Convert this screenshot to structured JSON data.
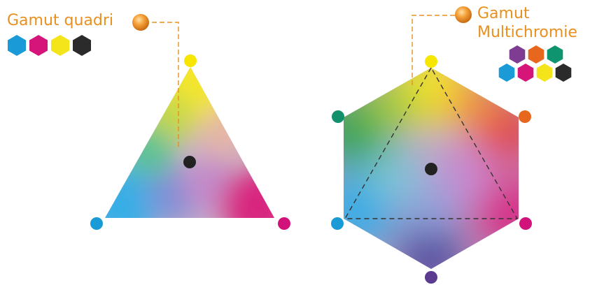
{
  "left_gamut": {
    "label": "Gamut quadri",
    "swatches": [
      {
        "name": "cyan-swatch",
        "color": "#1a9ad6"
      },
      {
        "name": "magenta-swatch",
        "color": "#d6157a"
      },
      {
        "name": "yellow-swatch",
        "color": "#f4e51a"
      },
      {
        "name": "black-swatch",
        "color": "#2b2b2b"
      }
    ],
    "vertices": [
      {
        "name": "yellow-vertex-dot",
        "color": "#f7e600"
      },
      {
        "name": "cyan-vertex-dot",
        "color": "#1a9ad6"
      },
      {
        "name": "magenta-vertex-dot",
        "color": "#d1127a"
      }
    ]
  },
  "right_gamut": {
    "label_lines": [
      "Gamut",
      "Multichromie"
    ],
    "swatches_top": [
      {
        "name": "violet-swatch",
        "color": "#7e3c93"
      },
      {
        "name": "orange-swatch",
        "color": "#e8671f"
      },
      {
        "name": "green-swatch",
        "color": "#0f9470"
      }
    ],
    "swatches_bottom": [
      {
        "name": "cyan-swatch",
        "color": "#1a9ad6"
      },
      {
        "name": "magenta-swatch",
        "color": "#d6157a"
      },
      {
        "name": "yellow-swatch",
        "color": "#f4e51a"
      },
      {
        "name": "black-swatch",
        "color": "#2b2b2b"
      }
    ],
    "vertices": [
      {
        "name": "yellow-vertex-dot",
        "color": "#f7e600"
      },
      {
        "name": "orange-vertex-dot",
        "color": "#e8671f"
      },
      {
        "name": "magenta-vertex-dot",
        "color": "#d1127a"
      },
      {
        "name": "violet-vertex-dot",
        "color": "#5b3b8f"
      },
      {
        "name": "cyan-vertex-dot",
        "color": "#1a9ad6"
      },
      {
        "name": "green-vertex-dot",
        "color": "#12906b"
      }
    ]
  },
  "colors": {
    "accent": "#e8901f",
    "center_dot": "#222222",
    "dashed_line": "#333333"
  }
}
